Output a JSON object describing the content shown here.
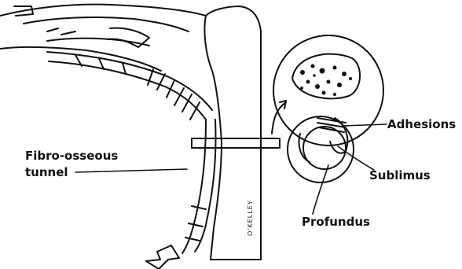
{
  "labels": {
    "fibro_osseous_line1": "Fibro-osseous",
    "fibro_osseous_line2": "tunnel",
    "adhesions": "Adhesions",
    "sublimus": "Sublimus",
    "profundus": "Profundus",
    "artist_signature": "O'KELLEY"
  },
  "colors": {
    "ink": "#111111",
    "background": "#ffffff"
  }
}
